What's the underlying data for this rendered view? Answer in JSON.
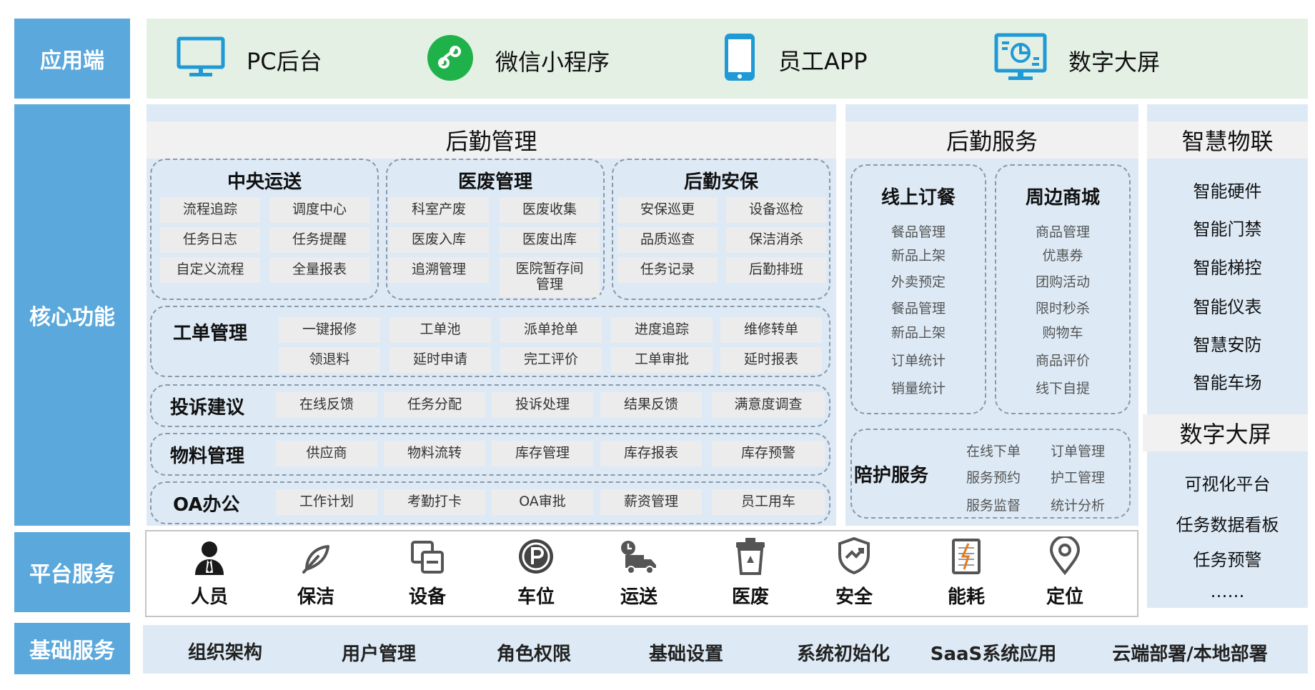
{
  "sidebar": {
    "app": "应用端",
    "core": "核心功能",
    "platform": "平台服务",
    "base": "基础服务"
  },
  "apps": [
    {
      "icon": "monitor-icon",
      "label": "PC后台"
    },
    {
      "icon": "wechat-miniprogram-icon",
      "label": "微信小程序"
    },
    {
      "icon": "phone-icon",
      "label": "员工APP"
    },
    {
      "icon": "dashboard-screen-icon",
      "label": "数字大屏"
    }
  ],
  "logistics": {
    "title": "后勤管理",
    "central": {
      "title": "中央运送",
      "items": [
        "流程追踪",
        "调度中心",
        "任务日志",
        "任务提醒",
        "自定义流程",
        "全量报表"
      ]
    },
    "medwaste": {
      "title": "医废管理",
      "items": [
        "科室产废",
        "医废收集",
        "医废入库",
        "医废出库",
        "追溯管理",
        "医院暂存间管理"
      ]
    },
    "security": {
      "title": "后勤安保",
      "items": [
        "安保巡更",
        "设备巡检",
        "品质巡查",
        "保洁消杀",
        "任务记录",
        "后勤排班"
      ]
    },
    "workorder": {
      "title": "工单管理",
      "items": [
        "一键报修",
        "工单池",
        "派单抢单",
        "进度追踪",
        "维修转单",
        "领退料",
        "延时申请",
        "完工评价",
        "工单审批",
        "延时报表"
      ]
    },
    "complaint": {
      "title": "投诉建议",
      "items": [
        "在线反馈",
        "任务分配",
        "投诉处理",
        "结果反馈",
        "满意度调查"
      ]
    },
    "material": {
      "title": "物料管理",
      "items": [
        "供应商",
        "物料流转",
        "库存管理",
        "库存报表",
        "库存预警"
      ]
    },
    "oa": {
      "title": "OA办公",
      "items": [
        "工作计划",
        "考勤打卡",
        "OA审批",
        "薪资管理",
        "员工用车"
      ]
    }
  },
  "service": {
    "title": "后勤服务",
    "ordering": {
      "title": "线上订餐",
      "items": [
        "餐品管理",
        "新品上架",
        "外卖预定",
        "餐品管理",
        "新品上架",
        "订单统计",
        "销量统计"
      ]
    },
    "mall": {
      "title": "周边商城",
      "items": [
        "商品管理",
        "优惠券",
        "团购活动",
        "限时秒杀",
        "购物车",
        "商品评价",
        "线下自提"
      ]
    },
    "escort": {
      "title": "陪护服务",
      "items": [
        "在线下单",
        "订单管理",
        "服务预约",
        "护工管理",
        "服务监督",
        "统计分析"
      ]
    }
  },
  "iot": {
    "title": "智慧物联",
    "items": [
      "智能硬件",
      "智能门禁",
      "智能梯控",
      "智能仪表",
      "智慧安防",
      "智能车场"
    ]
  },
  "screen": {
    "title": "数字大屏",
    "items": [
      "可视化平台",
      "任务数据看板",
      "任务预警",
      "……"
    ]
  },
  "platform": [
    {
      "icon": "person-icon",
      "label": "人员"
    },
    {
      "icon": "cleaning-icon",
      "label": "保洁"
    },
    {
      "icon": "device-icon",
      "label": "设备"
    },
    {
      "icon": "parking-icon",
      "label": "车位"
    },
    {
      "icon": "delivery-truck-icon",
      "label": "运送"
    },
    {
      "icon": "waste-bin-icon",
      "label": "医废"
    },
    {
      "icon": "shield-icon",
      "label": "安全"
    },
    {
      "icon": "energy-meter-icon",
      "label": "能耗"
    },
    {
      "icon": "location-pin-icon",
      "label": "定位"
    }
  ],
  "base": [
    "组织架构",
    "用户管理",
    "角色权限",
    "基础设置",
    "系统初始化",
    "SaaS系统应用",
    "云端部署/本地部署"
  ],
  "colors": {
    "sidebar": "#5aa8dc",
    "appband": "#e4f0e4",
    "panel": "#ddeaf6",
    "icon_blue": "#1f9ad6",
    "wechat_green": "#20b24a"
  }
}
